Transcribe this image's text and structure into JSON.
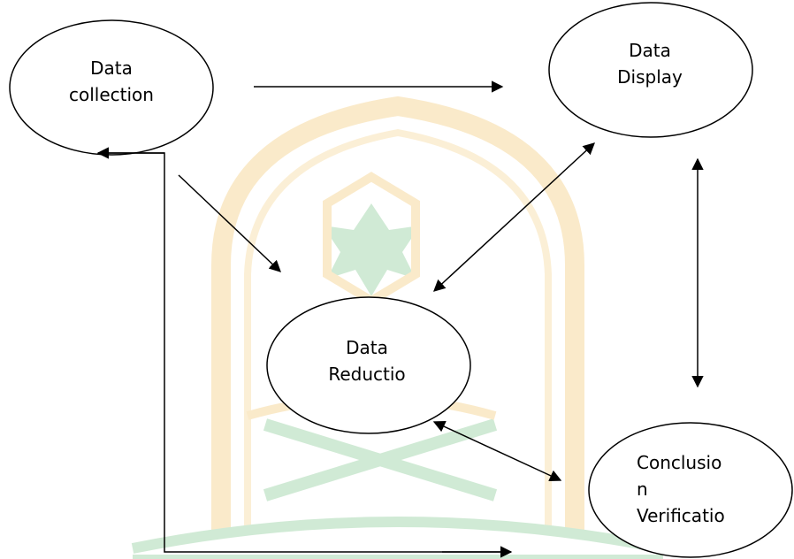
{
  "nodes": {
    "data_collection": {
      "line1": "Data",
      "line2": "collection"
    },
    "data_display": {
      "line1": "Data",
      "line2": "Display"
    },
    "data_reduction": {
      "line1": "Data",
      "line2": "Reductio"
    },
    "conclusion_verification": {
      "line1": "Conclusio",
      "line2": "n",
      "line3": "Verificatio"
    }
  },
  "colors": {
    "stroke": "#000000",
    "watermark_gold": "#f2c46a",
    "watermark_green": "#7cc48a"
  },
  "watermark": {
    "icon": "university-emblem-icon"
  }
}
